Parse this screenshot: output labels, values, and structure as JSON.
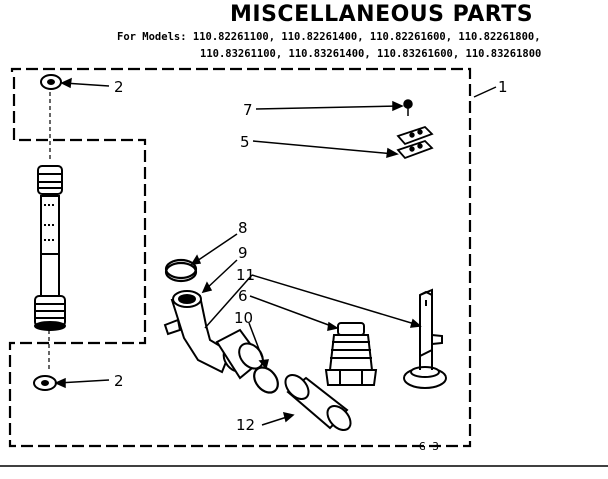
{
  "title": "MISCELLANEOUS PARTS",
  "models": {
    "prefix": "For Models:",
    "line1": "110.82261100,  110.82261400,  110.82261600,  110.82261800,",
    "line2": "110.83261100,  110.83261400,  110.83261600,  110.83261800"
  },
  "callouts": {
    "c1": "1",
    "c2a": "2",
    "c2b": "2",
    "c5": "5",
    "c6": "6",
    "c7": "7",
    "c8": "8",
    "c9": "9",
    "c10": "10",
    "c11": "11",
    "c12": "12"
  },
  "figure_code": "G 3"
}
